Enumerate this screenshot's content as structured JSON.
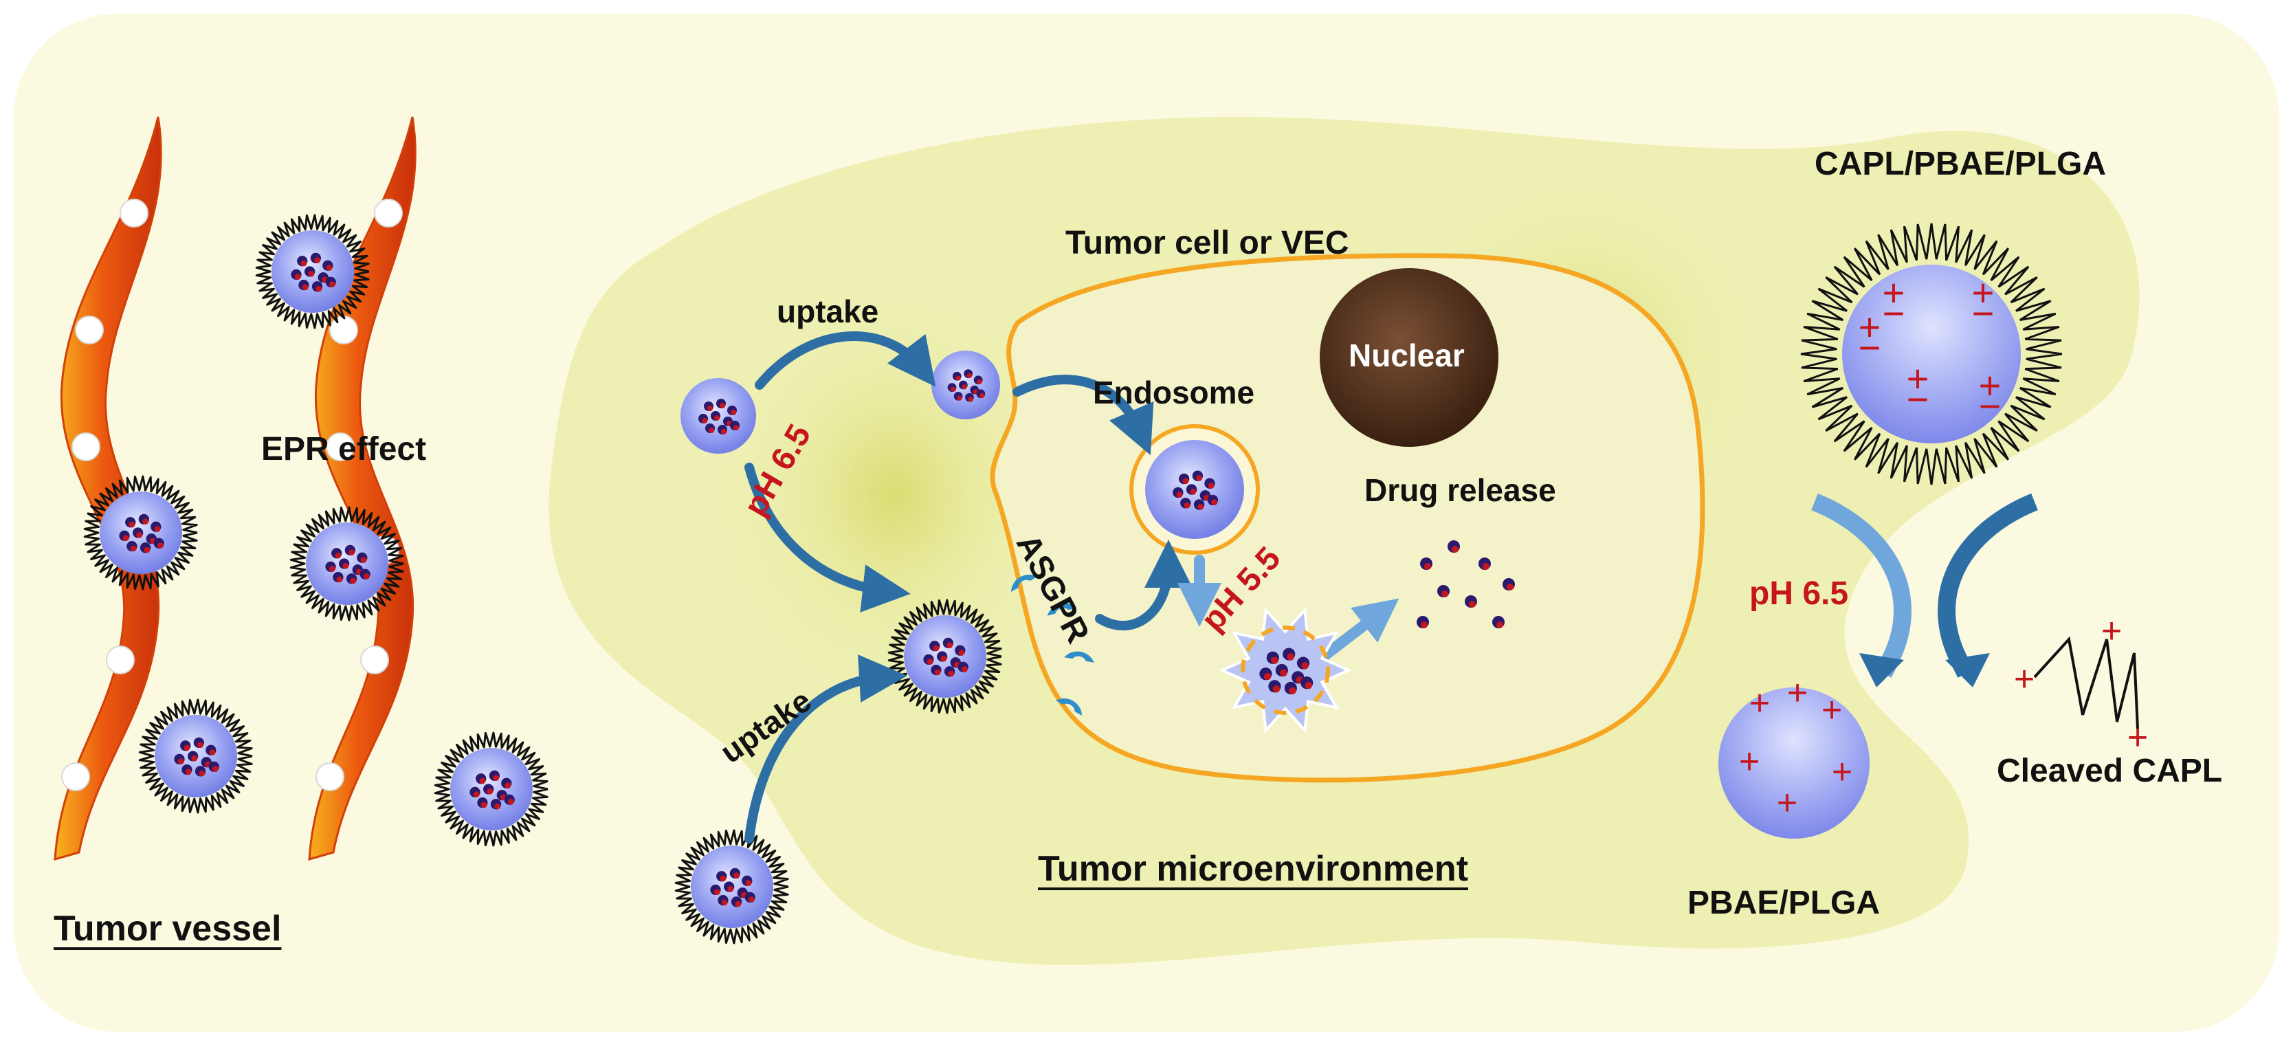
{
  "labels": {
    "tumor_vessel": "Tumor vessel",
    "epr_effect": "EPR effect",
    "tumor_cell_or_vec": "Tumor cell or VEC",
    "uptake_top": "uptake",
    "uptake_bottom": "uptake",
    "nuclear": "Nuclear",
    "endosome": "Endosome",
    "drug_release": "Drug release",
    "ph_6_5_left": "pH 6.5",
    "ph_5_5": "pH 5.5",
    "asgpr": "ASGPR",
    "tumor_microenvironment": "Tumor microenvironment",
    "capl_pbae_plga": "CAPL/PBAE/PLGA",
    "ph_6_5_right": "pH 6.5",
    "pbae_plga": "PBAE/PLGA",
    "cleaved_capl": "Cleaved CAPL"
  },
  "charges": {
    "plus": "+",
    "minus": "−"
  },
  "colors": {
    "background_panel": "#fbfae0",
    "microenvironment": "#eef0b3",
    "cell_fill": "#f3f2c8",
    "cell_outline": "#f5a623",
    "vessel": "#ee5a10",
    "nanoparticle": "#8a95f0",
    "arrow": "#2d6fa5",
    "text_red": "#c4161c",
    "nucleus": "#4a2c1a"
  }
}
